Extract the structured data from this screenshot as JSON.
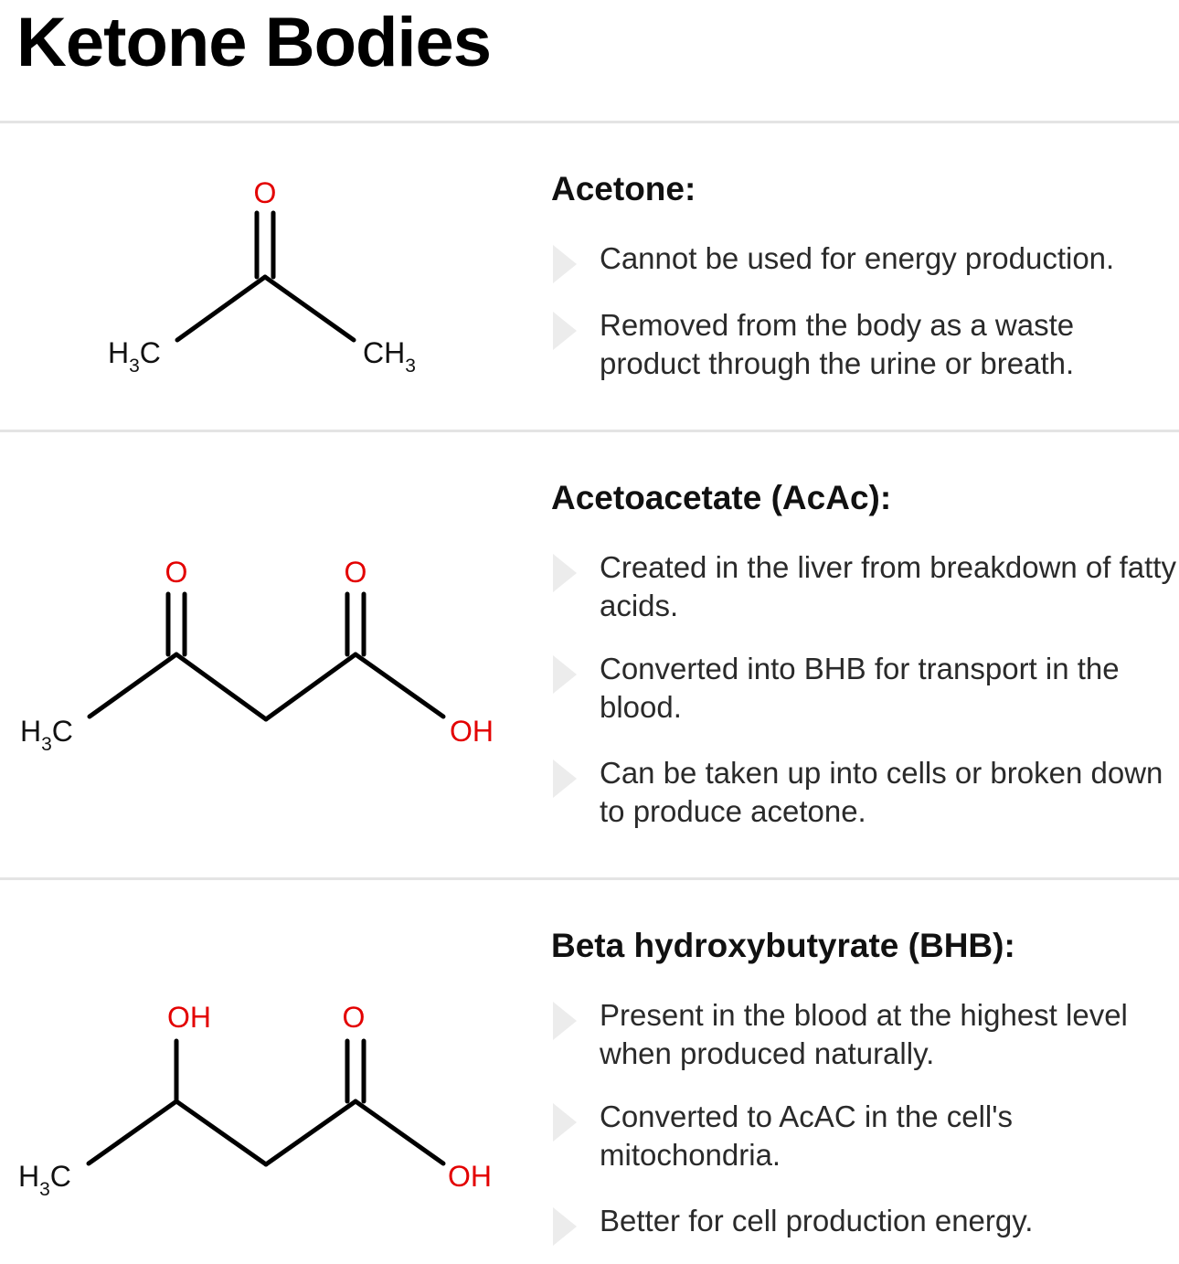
{
  "title": "Ketone Bodies",
  "colors": {
    "heteroatom": "#e30000",
    "bond": "#000000",
    "divider": "#e4e4e4",
    "arrow": "#ececec"
  },
  "sections": [
    {
      "heading": "Acetone:",
      "labels": {
        "o": "O",
        "left_main": "H",
        "left_sub": "3",
        "left_tail": "C",
        "right_main": "CH",
        "right_sub": "3"
      },
      "bullets": [
        "Cannot be used for energy production.",
        "Removed from the body as a waste product through the urine or breath."
      ]
    },
    {
      "heading": "Acetoacetate (AcAc):",
      "labels": {
        "o1": "O",
        "o2": "O",
        "left_main": "H",
        "left_sub": "3",
        "left_tail": "C",
        "oh": "OH"
      },
      "bullets": [
        "Created in the liver from breakdown of fatty acids.",
        "Converted into BHB for transport in the blood.",
        "Can be taken up into cells or broken down to produce acetone."
      ]
    },
    {
      "heading": "Beta hydroxybutyrate (BHB):",
      "labels": {
        "oh_top": "OH",
        "o": "O",
        "left_main": "H",
        "left_sub": "3",
        "left_tail": "C",
        "oh": "OH"
      },
      "bullets": [
        "Present in the blood at the highest level when produced naturally.",
        "Converted to AcAC in the cell's mitochondria.",
        "Better for cell production energy."
      ]
    }
  ]
}
